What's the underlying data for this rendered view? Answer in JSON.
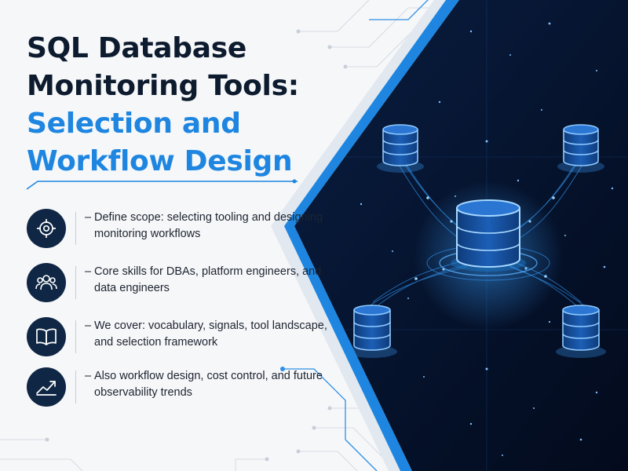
{
  "title": {
    "line1": "SQL Database",
    "line2": "Monitoring Tools:",
    "line3": "Selection and",
    "line4": "Workflow Design"
  },
  "items": [
    {
      "icon": "target-icon",
      "text": "Define scope: selecting tooling and designing monitoring workflows"
    },
    {
      "icon": "users-icon",
      "text": "Core skills for DBAs, platform engineers, and data engineers"
    },
    {
      "icon": "book-icon",
      "text": "We cover: vocabulary, signals, tool landscape, and selection framework"
    },
    {
      "icon": "trend-up-icon",
      "text": "Also workflow design, cost control, and future observability trends"
    }
  ],
  "bullet_dash": "–",
  "colors": {
    "title_dark": "#0d1b2e",
    "title_accent": "#1e86e0",
    "icon_bg": "#0f2744",
    "panel_bg": "#05122b",
    "glow": "#3aa0ff"
  }
}
